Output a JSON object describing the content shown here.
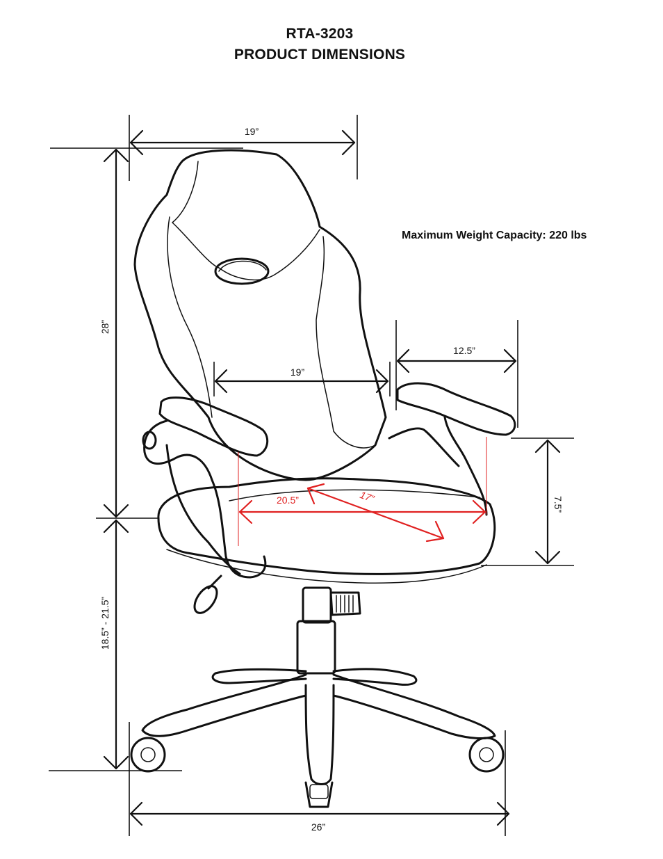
{
  "header": {
    "model": "RTA-3203",
    "subtitle": "PRODUCT DIMENSIONS"
  },
  "capacity": "Maximum Weight Capacity: 220 lbs",
  "dimensions": {
    "backrest_width": "19”",
    "backrest_height": "28”",
    "seat_back_width": "19”",
    "arm_depth": "12.5”",
    "arm_height": "7.5”",
    "seat_width": "20.5”",
    "seat_depth": "17”",
    "seat_height": "18.5” - 21.5”",
    "base_width": "26”"
  },
  "colors": {
    "ink": "#111111",
    "highlight": "#e02020"
  }
}
